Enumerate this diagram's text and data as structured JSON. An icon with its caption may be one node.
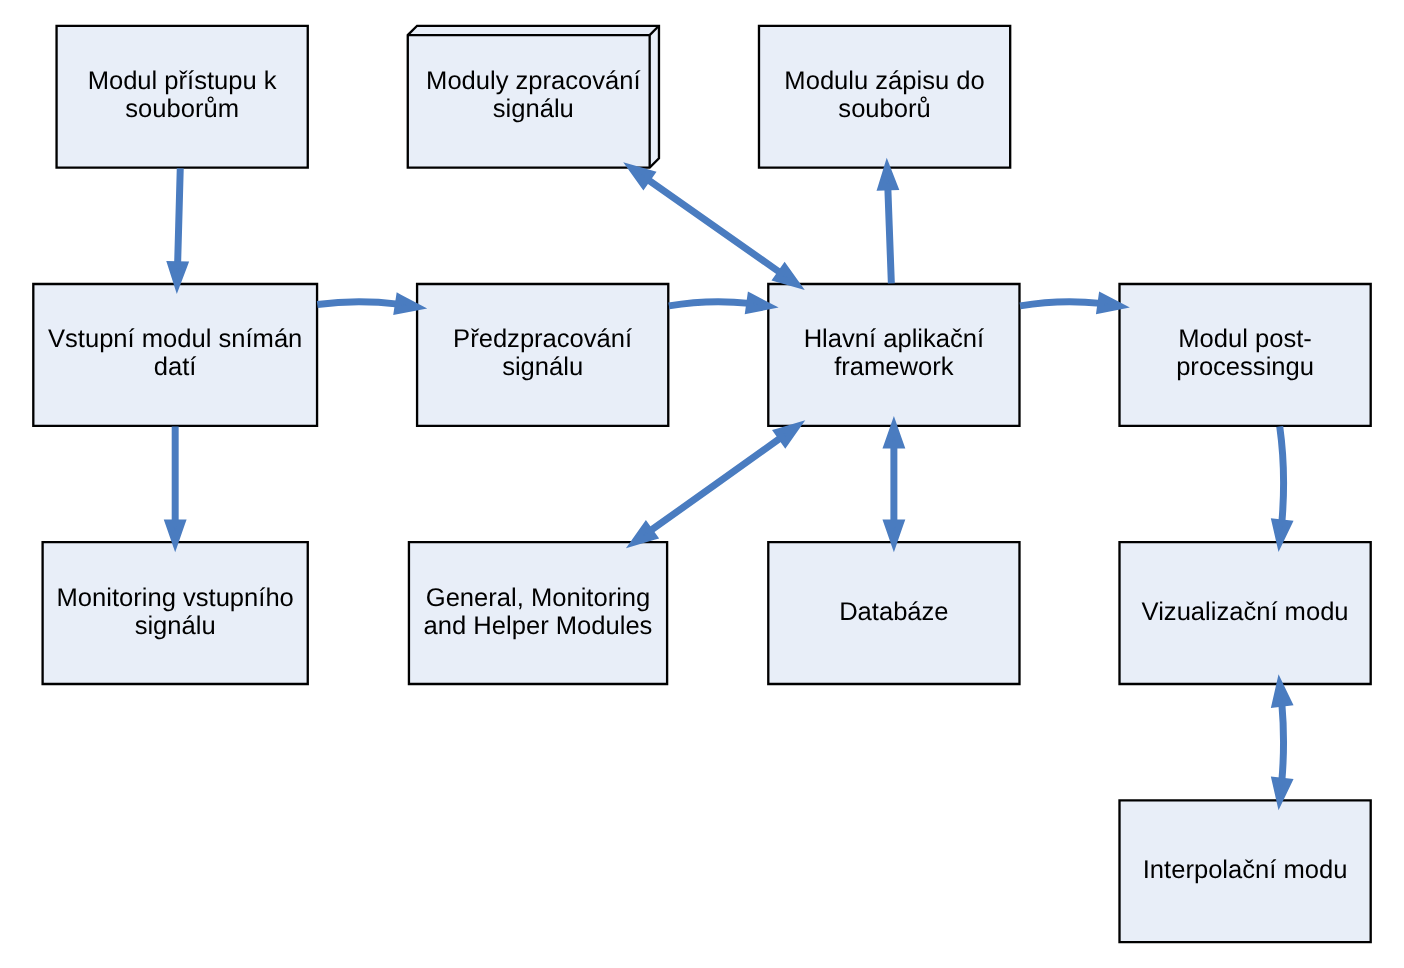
{
  "diagram": {
    "nodes": [
      {
        "text": [
          "Modul přístupu k souborům"
        ]
      },
      {
        "text": [
          "Moduly zpracování signálu"
        ]
      },
      {
        "text": [
          "Modulu zápisu do souborů"
        ]
      },
      {
        "text": [
          "Vstupní modul snímán datí"
        ]
      },
      {
        "text": [
          "Předzpracování signálu"
        ]
      },
      {
        "text": [
          "Hlavní aplikační framework"
        ]
      },
      {
        "text": [
          "Modul post-processingu"
        ]
      },
      {
        "text": [
          "Vizualizační modu"
        ]
      },
      {
        "text": [
          "Monitoring vstupního signálu"
        ]
      },
      {
        "text": [
          "General, Monitoring and Helper Modules"
        ]
      },
      {
        "text": [
          "Databáze"
        ]
      },
      {
        "text": [
          "Interpolační modu"
        ]
      }
    ],
    "edges": [
      {
        "from": 0,
        "to": 3,
        "arrow": "to"
      },
      {
        "from": 3,
        "to": 4,
        "arrow": "to"
      },
      {
        "from": 4,
        "to": 5,
        "arrow": "to"
      },
      {
        "from": 5,
        "to": 1,
        "arrow": "both"
      },
      {
        "from": 5,
        "to": 2,
        "arrow": "to"
      },
      {
        "from": 5,
        "to": 6,
        "arrow": "to"
      },
      {
        "from": 3,
        "to": 8,
        "arrow": "to"
      },
      {
        "from": 5,
        "to": 9,
        "arrow": "both"
      },
      {
        "from": 5,
        "to": 10,
        "arrow": "both"
      },
      {
        "from": 6,
        "to": 7,
        "arrow": "to"
      },
      {
        "from": 7,
        "to": 11,
        "arrow": "both"
      }
    ]
  }
}
